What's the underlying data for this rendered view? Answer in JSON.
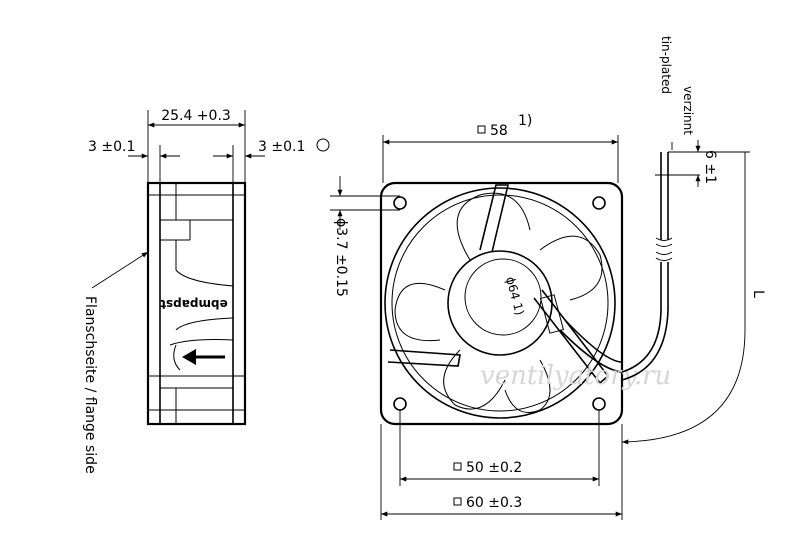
{
  "dimensions": {
    "width_side": "25.4  +0.3",
    "flange_left": "3  ±0.1",
    "flange_right": "3  ±0.1",
    "top_size": "58",
    "note_mark": "1)",
    "hole_dia": "ϕ3.7  ±0.15",
    "hub_dia": "ϕ64 1)",
    "hole_spacing": "50  ±0.2",
    "outer_size": "60  ±0.3",
    "lead_strip": "6  ±1",
    "lead_length": "L"
  },
  "labels": {
    "brand": "ebmpapst",
    "flange_side": "Flanschseite / flange side",
    "tin_plated": "tin-plated",
    "verzinnt": "verzinnt",
    "watermark": "ventilyatory.ru"
  }
}
